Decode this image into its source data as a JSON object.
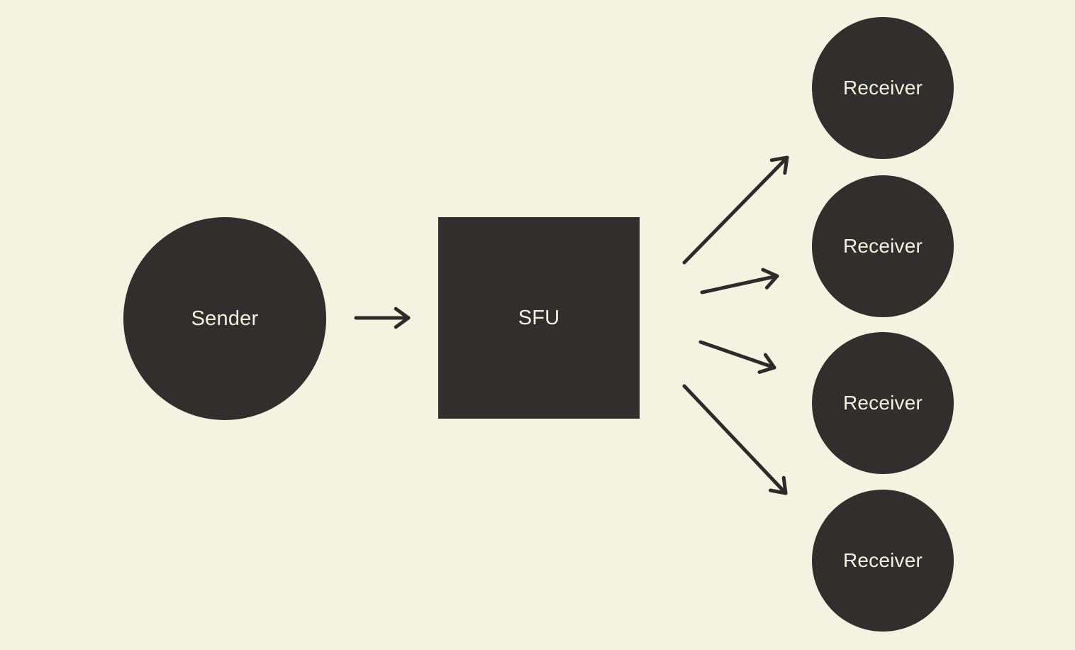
{
  "diagram": {
    "type": "flow",
    "colors": {
      "background": "#f4f2e0",
      "node_fill": "#302f2d",
      "node_text": "#f2f0de",
      "arrow": "#2c2b29"
    },
    "nodes": {
      "sender": {
        "label": "Sender",
        "shape": "circle"
      },
      "sfu": {
        "label": "SFU",
        "shape": "square"
      },
      "receivers": [
        {
          "label": "Receiver",
          "shape": "circle"
        },
        {
          "label": "Receiver",
          "shape": "circle"
        },
        {
          "label": "Receiver",
          "shape": "circle"
        },
        {
          "label": "Receiver",
          "shape": "circle"
        }
      ]
    },
    "edges": [
      {
        "from": "sender",
        "to": "sfu"
      },
      {
        "from": "sfu",
        "to": "receiver-1"
      },
      {
        "from": "sfu",
        "to": "receiver-2"
      },
      {
        "from": "sfu",
        "to": "receiver-3"
      },
      {
        "from": "sfu",
        "to": "receiver-4"
      }
    ]
  }
}
